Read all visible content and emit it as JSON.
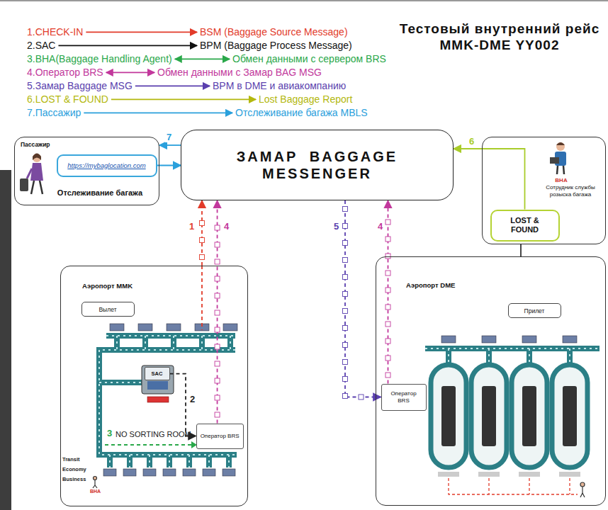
{
  "diagram": {
    "title": "Тестовый внутренний рейс MMK-DME YY002",
    "nodes": [
      {
        "text": [
          "Пассажир",
          "Отслеживание багажа"
        ]
      },
      {
        "text": [
          "https://mybaglocation.com"
        ],
        "in": 0
      },
      {
        "text": [
          "ЗАМАР BAGGAGE MESSENGER"
        ]
      },
      {
        "text": [
          "BHA",
          "Сотрудник службы розыска багажа"
        ]
      },
      {
        "text": [
          "LOST & FOUND"
        ],
        "in": 3
      },
      {
        "text": [
          "Аэропорт MMK"
        ]
      },
      {
        "text": [
          "Вылет"
        ],
        "in": 5
      },
      {
        "text": [
          "SAC"
        ],
        "in": 5
      },
      {
        "text": [
          "Оператор BRS"
        ],
        "in": 5
      },
      {
        "text": [
          "Аэропорт DME"
        ]
      },
      {
        "text": [
          "Прилет"
        ],
        "in": 9
      },
      {
        "text": [
          "Оператор BRS"
        ],
        "in": 9
      }
    ],
    "edges": [
      {
        "from": 2,
        "to": 0,
        "arrow": "to",
        "label": "7"
      },
      {
        "from": 1,
        "to": 2,
        "arrow": "to"
      },
      {
        "from": 4,
        "to": 2,
        "arrow": "to",
        "label": "6"
      },
      {
        "from": 3,
        "to": 9,
        "arrow": "none"
      },
      {
        "from": 5,
        "to": 2,
        "arrow": "to",
        "label": "1"
      },
      {
        "from": 8,
        "to": 2,
        "arrow": "to",
        "label": "4"
      },
      {
        "from": 7,
        "to": 8,
        "arrow": "to",
        "label": "2"
      },
      {
        "from": 2,
        "to": 11,
        "arrow": "to",
        "label": "5"
      },
      {
        "from": 11,
        "to": 2,
        "arrow": "to",
        "label": "4"
      }
    ],
    "labels": [
      "1.CHECK-IN",
      "BSM (Baggage Source Message)",
      "2.SAC",
      "BPM (Baggage Process Message)",
      "3.BHA(Baggage Handling Agent)",
      "Обмен данными с сервером BRS",
      "4.Оператор BRS",
      "Обмен данными с Замар BAG MSG",
      "5.Замар Baggage MSG",
      "BPM в DME и авиакомпанию",
      "6.LOST & FOUND",
      "Lost Baggage Report",
      "7.Пассажир",
      "Отслеживание багажа MBLS",
      "3",
      "NO SORTING ROOM",
      "Transit",
      "Economy",
      "Business",
      "BHA"
    ]
  }
}
